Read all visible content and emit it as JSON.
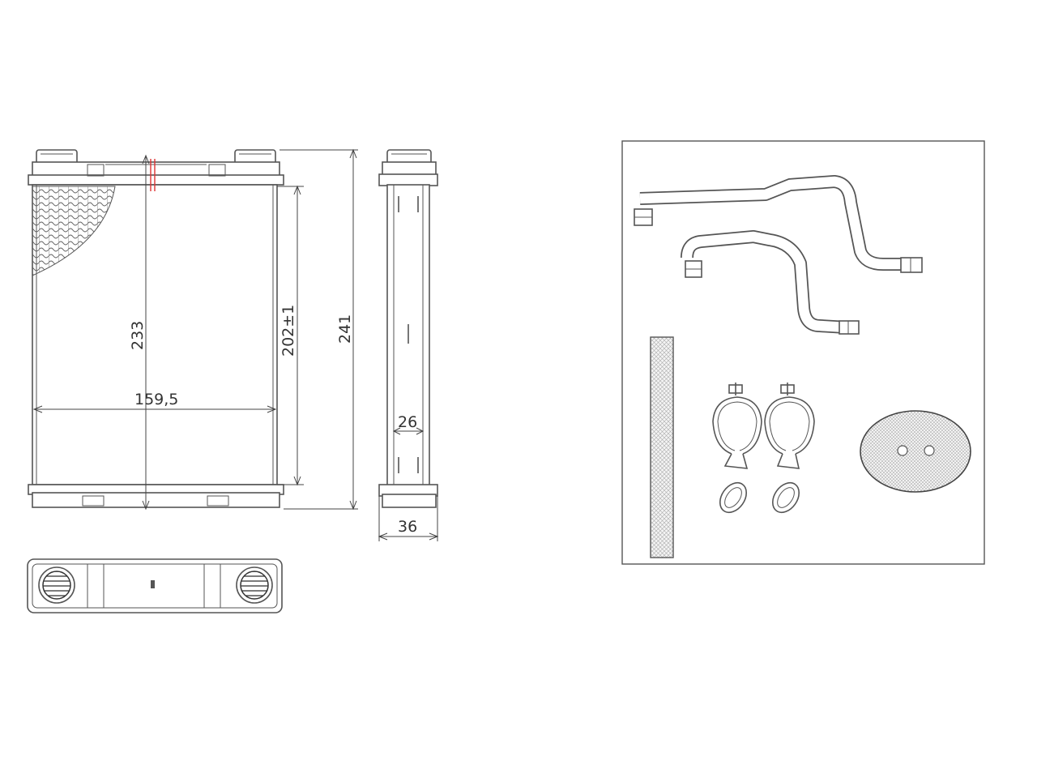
{
  "dimensions": {
    "core_height": "233",
    "core_width": "159,5",
    "core_height_tolerance": "202±1",
    "total_height": "241",
    "tube_depth": "26",
    "total_depth": "36"
  },
  "icons": {
    "front_view": "heater-core-front-drawing",
    "side_view": "heater-core-side-drawing",
    "top_view": "heater-core-top-drawing",
    "kit": "fitting-kit-drawing"
  }
}
